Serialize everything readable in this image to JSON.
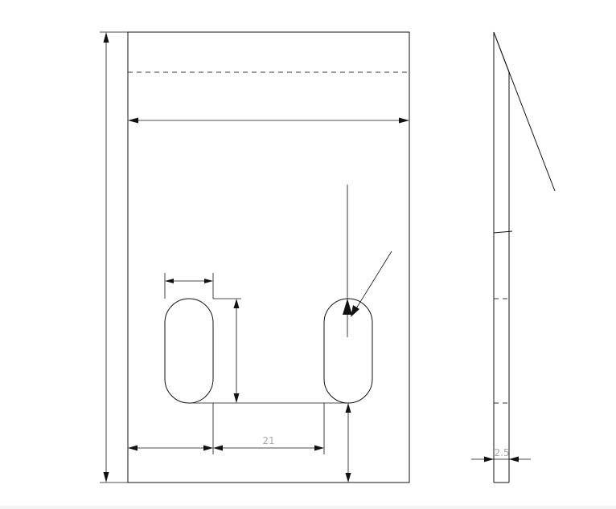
{
  "drawing": {
    "type": "technical-drawing",
    "views": [
      "front-view",
      "side-view"
    ],
    "line_color": "#111111",
    "label_color": "#aaaaaa"
  },
  "dimensions": {
    "top_width": "",
    "overall_height": "",
    "slot_width": "",
    "slot_height": "",
    "left_offset": "",
    "slot_spacing": "21",
    "bottom_offset": "",
    "leader_label": "",
    "side_thickness": "2.5",
    "side_angle_label": ""
  }
}
